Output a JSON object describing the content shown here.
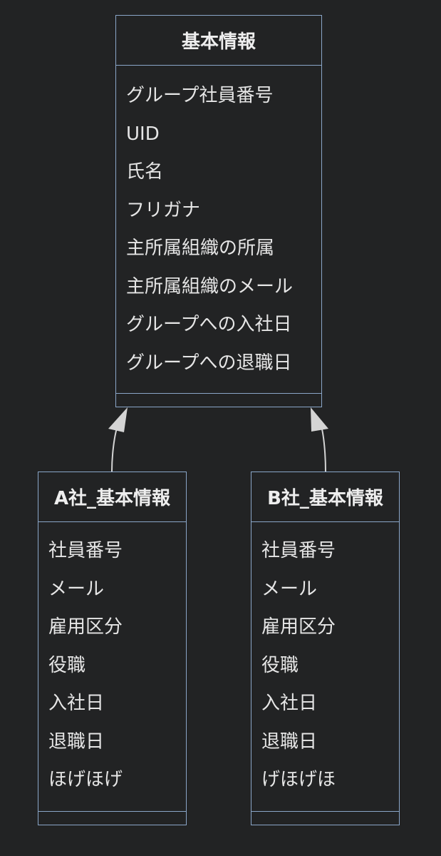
{
  "classes": [
    {
      "id": "kihon",
      "title": "基本情報",
      "attributes": [
        "グループ社員番号",
        "UID",
        "氏名",
        "フリガナ",
        "主所属組織の所属",
        "主所属組織のメール",
        "グループへの入社日",
        "グループへの退職日"
      ],
      "methods": []
    },
    {
      "id": "a-sha",
      "title": "A社_基本情報",
      "attributes": [
        "社員番号",
        "メール",
        "雇用区分",
        "役職",
        "入社日",
        "退職日",
        "ほげほげ"
      ],
      "methods": []
    },
    {
      "id": "b-sha",
      "title": "B社_基本情報",
      "attributes": [
        "社員番号",
        "メール",
        "雇用区分",
        "役職",
        "入社日",
        "退職日",
        "げほげほ"
      ],
      "methods": []
    }
  ],
  "relations": [
    {
      "from": "a-sha",
      "to": "kihon",
      "type": "inheritance"
    },
    {
      "from": "b-sha",
      "to": "kihon",
      "type": "inheritance"
    }
  ],
  "colors": {
    "background": "#222324",
    "border": "#8aa6c8",
    "text": "#e6e6e6",
    "arrow": "#d4d4d4"
  }
}
